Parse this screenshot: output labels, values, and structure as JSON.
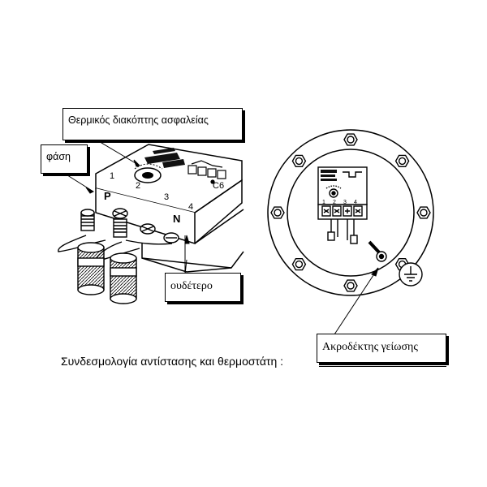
{
  "labels": {
    "thermal_switch": "Θερμικός διακόπτης ασφαλείας",
    "phase": "φάση",
    "neutral": "ουδέτερο",
    "ground_terminal": "Ακροδέκτης γείωσης"
  },
  "caption": "Συνδεσμολογία  αντίστασης και θερμοστάτη  :",
  "block_markings": {
    "terminal_1": "1",
    "terminal_2": "2",
    "terminal_3": "3",
    "terminal_4": "4",
    "p": "P",
    "n": "N",
    "c6": "C6"
  },
  "flange_markings": {
    "terminal_1": "1",
    "terminal_2": "2",
    "terminal_3": "3",
    "terminal_4": "4"
  },
  "icons": [
    "ground-symbol-icon",
    "screw-terminal-icon",
    "hex-bolt-icon"
  ]
}
